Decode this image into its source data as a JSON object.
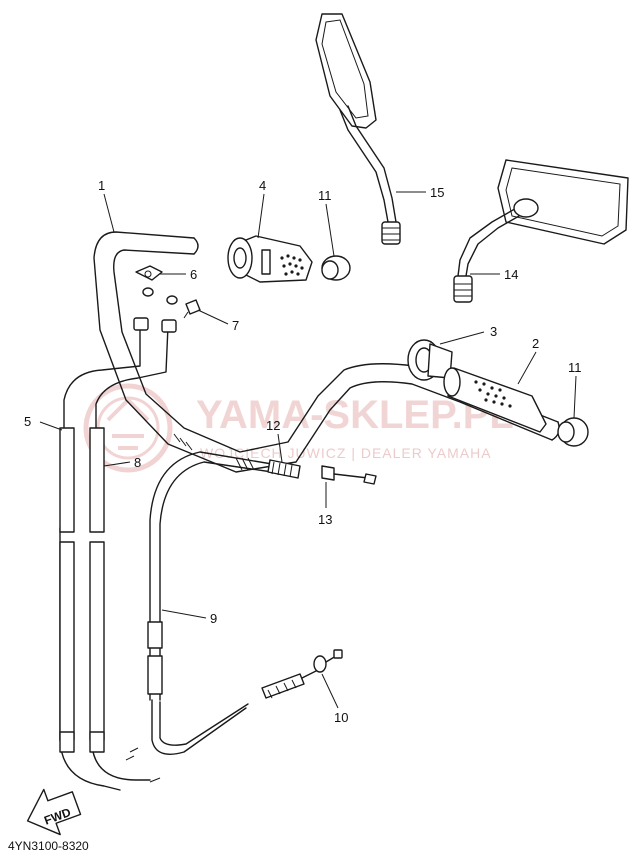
{
  "watermark": {
    "brand": "YAMA-SKLEP.PL",
    "subtitle": "WOJCIECH JUWICZ | DEALER YAMAHA"
  },
  "diagram_code": "4YN3100-8320",
  "fwd_label": "FWD",
  "callouts": [
    {
      "id": "c1",
      "label": "1"
    },
    {
      "id": "c2",
      "label": "2"
    },
    {
      "id": "c3",
      "label": "3"
    },
    {
      "id": "c4",
      "label": "4"
    },
    {
      "id": "c5",
      "label": "5"
    },
    {
      "id": "c6",
      "label": "6"
    },
    {
      "id": "c7",
      "label": "7"
    },
    {
      "id": "c8",
      "label": "8"
    },
    {
      "id": "c9",
      "label": "9"
    },
    {
      "id": "c10",
      "label": "10"
    },
    {
      "id": "c11a",
      "label": "11"
    },
    {
      "id": "c11b",
      "label": "11"
    },
    {
      "id": "c12",
      "label": "12"
    },
    {
      "id": "c13",
      "label": "13"
    },
    {
      "id": "c14",
      "label": "14"
    },
    {
      "id": "c15",
      "label": "15"
    }
  ]
}
